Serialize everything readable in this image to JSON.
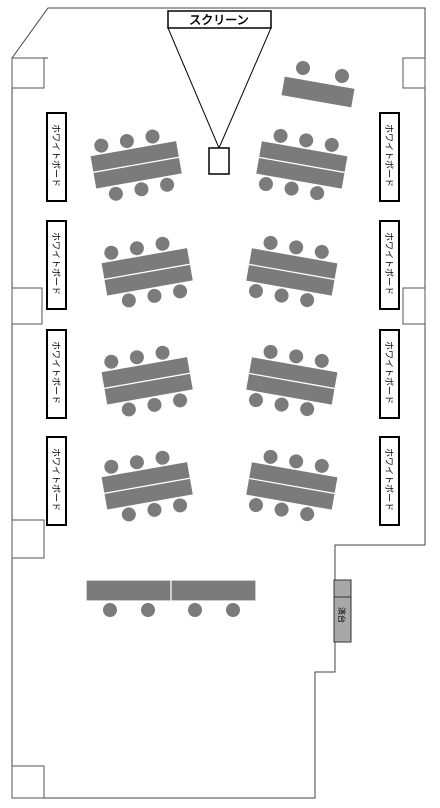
{
  "screen": {
    "label": "スクリーン"
  },
  "whiteboard": {
    "label": "ホワイトボード"
  },
  "lectern": {
    "label": "演台"
  },
  "colors": {
    "furniture": "#7b7b7b",
    "lectern": "#a8a8a8",
    "wall": "#444444"
  },
  "counts": {
    "desk_groups": 8,
    "whiteboards": 8,
    "front_table_chairs": 4
  }
}
